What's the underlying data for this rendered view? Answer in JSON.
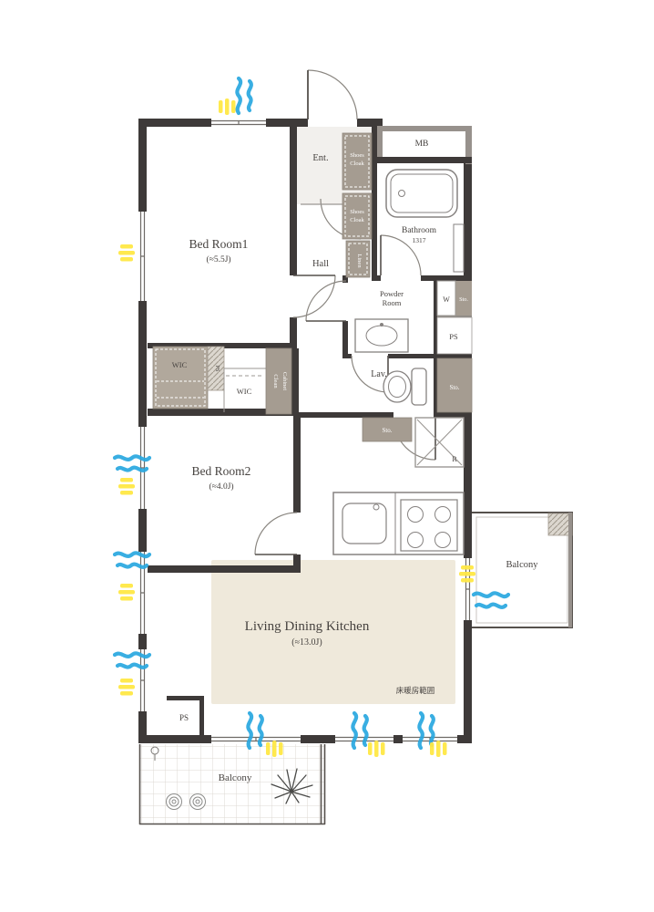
{
  "floor_plan": {
    "rooms": {
      "bedroom1": {
        "name": "Bed Room1",
        "size": "(≈5.5J)"
      },
      "bedroom2": {
        "name": "Bed Room2",
        "size": "(≈4.0J)"
      },
      "ldk": {
        "name": "Living Dining Kitchen",
        "size": "(≈13.0J)"
      },
      "hall": "Hall",
      "entrance": "Ent.",
      "bathroom": {
        "name": "Bathroom",
        "size": "1317"
      },
      "powder_room": {
        "line1": "Powder",
        "line2": "Room"
      },
      "lavatory": "Lav.",
      "meter_box": "MB",
      "balcony_right": "Balcony",
      "balcony_bottom": "Balcony"
    },
    "storage": {
      "shoes_cloak_upper": {
        "line1": "Shoes",
        "line2": "Cloak"
      },
      "shoes_cloak_lower": {
        "line1": "Shoes",
        "line2": "Cloak"
      },
      "wic_left": "WIC",
      "wic_right": "WIC",
      "clean_cabinet": {
        "line1": "Clean",
        "line2": "Cabinet"
      },
      "linen": "Linen",
      "sto_upper_right": "Sto.",
      "sto_mid_right": "Sto.",
      "sto_hall": "Sto.",
      "washer": "W",
      "refrigerator": "R"
    },
    "shafts": {
      "ps_right": "PS",
      "ps_wic": "PS",
      "ps_bottom": "PS"
    },
    "annotations": {
      "floor_heating_area": "床暖房範囲"
    },
    "colors": {
      "wall": "#3e3a39",
      "wall_light": "#97918c",
      "closet_fill": "#a59c91",
      "closet_light_fill": "#b1a89c",
      "floor_heating_fill": "#efe9db",
      "airflow_blue": "#29a8e0",
      "sunlight_yellow": "#ffe845"
    }
  }
}
